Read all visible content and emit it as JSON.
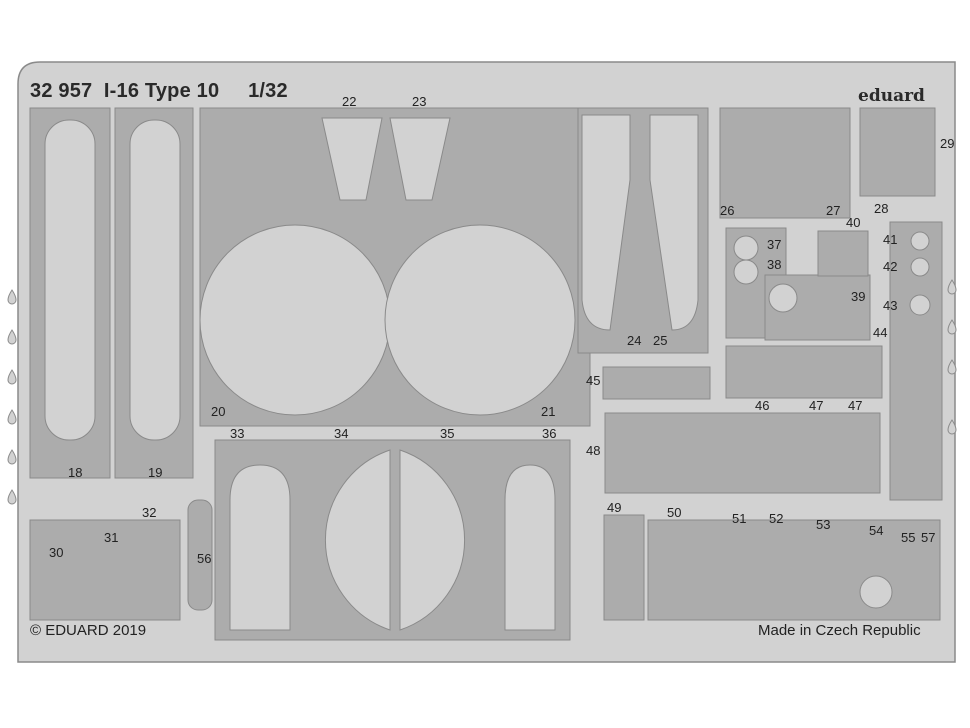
{
  "header": {
    "title": "32 957  I-16 Type 10     1/32",
    "logo": "eduard"
  },
  "footer": {
    "copyright": "© EDUARD 2019",
    "origin": "Made in Czech Republic"
  },
  "part_numbers": [
    "18",
    "19",
    "20",
    "21",
    "22",
    "23",
    "24",
    "25",
    "26",
    "27",
    "28",
    "29",
    "30",
    "31",
    "32",
    "33",
    "34",
    "35",
    "36",
    "37",
    "38",
    "39",
    "40",
    "41",
    "42",
    "43",
    "44",
    "45",
    "46",
    "47",
    "47",
    "48",
    "49",
    "50",
    "51",
    "52",
    "53",
    "54",
    "55",
    "56",
    "57"
  ],
  "colors": {
    "fret": "#d2d2d2",
    "part": "#acacac",
    "outline": "#8a8a8a",
    "background": "#ffffff"
  }
}
